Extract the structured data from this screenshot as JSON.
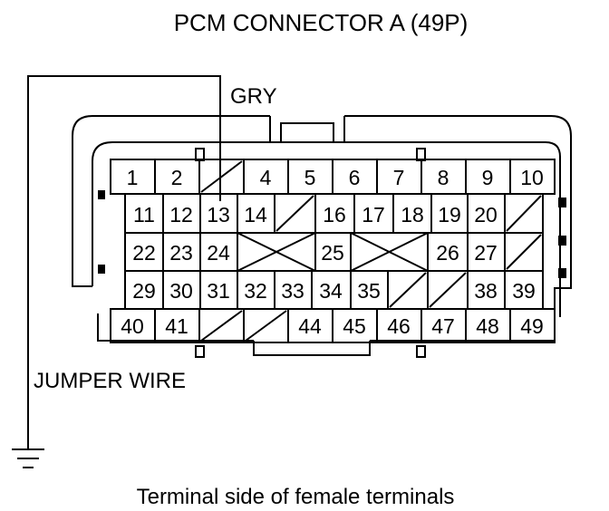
{
  "title": "PCM CONNECTOR A (49P)",
  "wire_color_label": "GRY",
  "jumper_label": "JUMPER WIRE",
  "caption": "Terminal side of female terminals",
  "connector": {
    "total_pins": 49,
    "rows": [
      [
        "1",
        "2",
        "",
        "4",
        "5",
        "6",
        "7",
        "8",
        "9",
        "10"
      ],
      [
        "11",
        "12",
        "13",
        "14",
        "",
        "16",
        "17",
        "18",
        "19",
        "20",
        ""
      ],
      [
        "22",
        "23",
        "24",
        "",
        "25",
        "",
        "26",
        "27",
        ""
      ],
      [
        "29",
        "30",
        "31",
        "32",
        "33",
        "34",
        "35",
        "",
        "",
        "38",
        "39"
      ],
      [
        "40",
        "41",
        "",
        "",
        "44",
        "45",
        "46",
        "47",
        "48",
        "49"
      ]
    ],
    "jumpered_terminal": "13"
  }
}
